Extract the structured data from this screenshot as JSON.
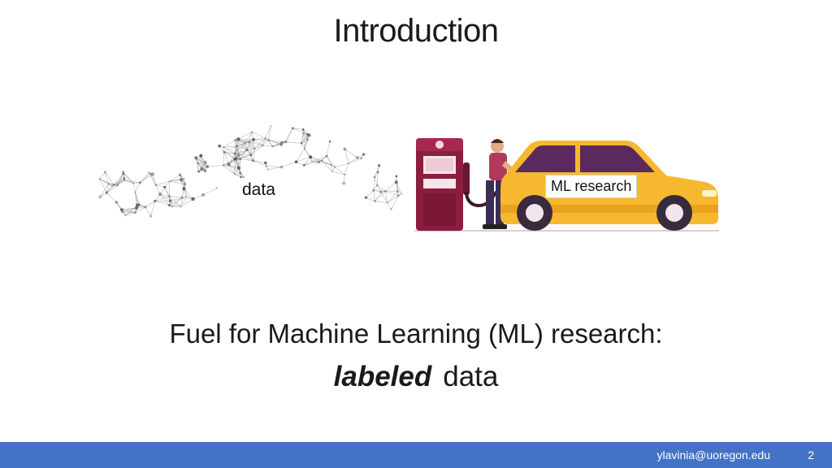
{
  "slide": {
    "title": "Introduction",
    "data_label": "data",
    "ml_label": "ML research",
    "subtitle": "Fuel for Machine Learning (ML) research:",
    "emph_word": "labeled",
    "emph_rest": "data"
  },
  "footer": {
    "email": "ylavinia@uoregon.edu",
    "page_number": "2"
  },
  "colors": {
    "footer_bar": "#4472c4",
    "pump": "#8b1e3f",
    "car_body": "#f5b82e",
    "car_window": "#5a2a5e",
    "network_dots": "#555555"
  },
  "icons": {
    "network": "data-network-cloud",
    "pump": "fuel-pump",
    "person": "person-refueling",
    "car": "car"
  }
}
